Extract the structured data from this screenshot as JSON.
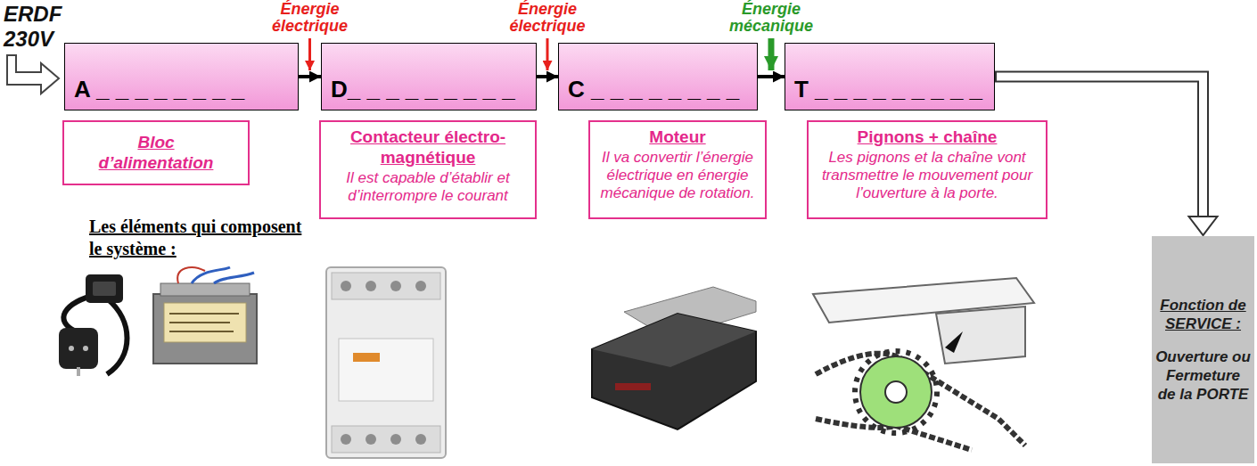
{
  "diagram": {
    "nodes": [
      {
        "text": [
          "A _ _ _ _ _ _ _ _"
        ]
      },
      {
        "text": [
          "D_ _ _ _ _ _ _ _ _"
        ]
      },
      {
        "text": [
          "C _ _ _ _ _ _ _ _"
        ]
      },
      {
        "text": [
          "T _ _ _ _ _ _ _ _ _"
        ]
      },
      {
        "text": [
          "Fonction de SERVICE :",
          "Ouverture ou Fermeture de la PORTE"
        ]
      },
      {
        "text": [
          "Bloc d’alimentation"
        ]
      },
      {
        "text": [
          "Contacteur électro-magnétique",
          "Il est capable d’établir et d’interrompre le courant"
        ]
      },
      {
        "text": [
          "Moteur",
          "Il va convertir l’énergie électrique en énergie mécanique de rotation."
        ]
      },
      {
        "text": [
          "Pignons + chaîne",
          "Les pignons et la chaîne vont transmettre le mouvement pour l’ouverture à la porte."
        ]
      }
    ],
    "edges": [
      {
        "from": 0,
        "to": 1,
        "arrow": "to",
        "label": "Énergie électrique"
      },
      {
        "from": 1,
        "to": 2,
        "arrow": "to",
        "label": "Énergie électrique"
      },
      {
        "from": 2,
        "to": 3,
        "arrow": "to",
        "label": "Énergie mécanique"
      },
      {
        "from": 3,
        "to": 4,
        "arrow": "to"
      }
    ],
    "labels": [
      "ERDF 230V",
      "Les éléments qui composent le système :"
    ]
  }
}
